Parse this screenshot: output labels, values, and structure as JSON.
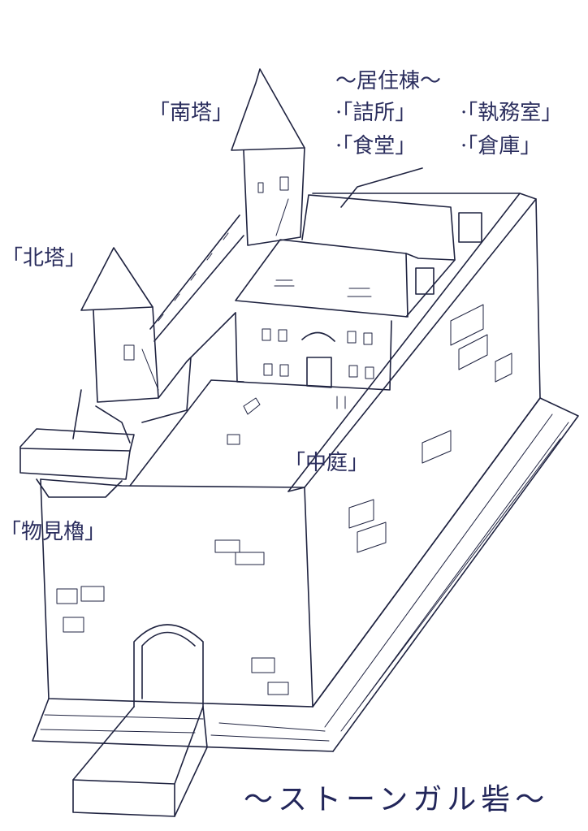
{
  "labels": {
    "south_tower": "「南塔」",
    "north_tower": "「北塔」",
    "watchtower": "「物見櫓」",
    "courtyard": "「中庭」",
    "residence_title": "〜居住棟〜",
    "residence_rooms": [
      "·「詰所」",
      "·「執務室」",
      "·「食堂」",
      "·「倉庫」"
    ],
    "fort_name": "〜ストーンガル砦〜"
  },
  "colors": {
    "ink": "#1f2340",
    "label": "#2b2e5e"
  }
}
